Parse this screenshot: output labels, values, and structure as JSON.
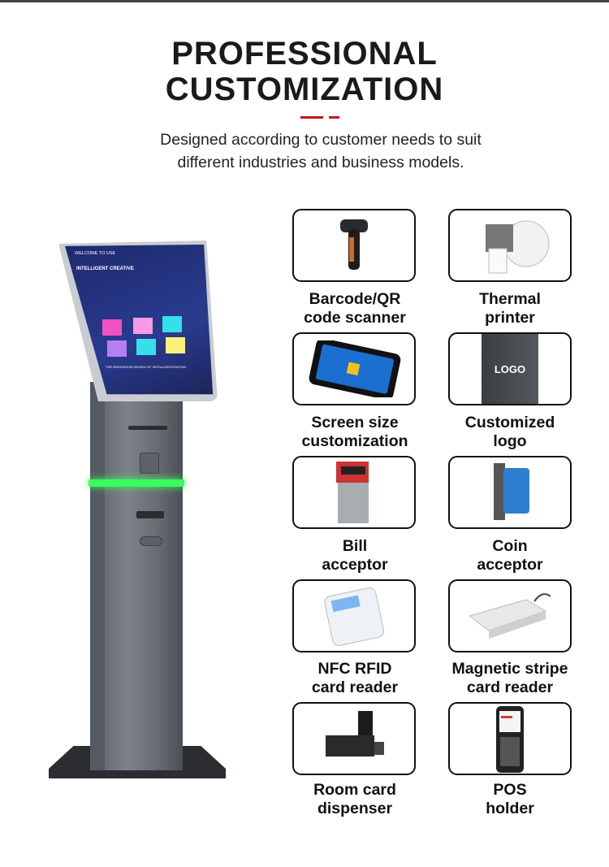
{
  "header": {
    "title_line1": "PROFESSIONAL",
    "title_line2": "CUSTOMIZATION",
    "accent_color": "#c8141b",
    "subtitle_line1": "Designed according to customer needs to suit",
    "subtitle_line2": "different industries and business models."
  },
  "kiosk": {
    "screen_welcome": "WELCOME TO USE",
    "screen_heading": "INTELLIGENT CREATIVE",
    "screen_footer": "THE INNOVATION DESIGN OF INTELLIGENTIZATION",
    "light_color": "#3bff5a"
  },
  "options": [
    {
      "line1": "Barcode/QR",
      "line2": "code scanner",
      "icon": "barcode-scanner-icon"
    },
    {
      "line1": "Thermal",
      "line2": "printer",
      "icon": "thermal-printer-icon"
    },
    {
      "line1": "Screen size",
      "line2": "customization",
      "icon": "tablet-screen-icon"
    },
    {
      "line1": "Customized",
      "line2": "logo",
      "icon": "logo-icon",
      "logo_text": "LOGO"
    },
    {
      "line1": "Bill",
      "line2": "acceptor",
      "icon": "bill-acceptor-icon"
    },
    {
      "line1": "Coin",
      "line2": "acceptor",
      "icon": "coin-acceptor-icon"
    },
    {
      "line1": "NFC RFID",
      "line2": "card reader",
      "icon": "nfc-reader-icon"
    },
    {
      "line1": "Magnetic stripe",
      "line2": "card reader",
      "icon": "magstripe-reader-icon"
    },
    {
      "line1": "Room card",
      "line2": "dispenser",
      "icon": "card-dispenser-icon"
    },
    {
      "line1": "POS",
      "line2": "holder",
      "icon": "pos-terminal-icon"
    }
  ]
}
